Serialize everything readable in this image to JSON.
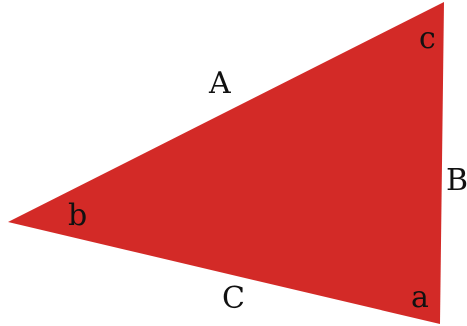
{
  "diagram": {
    "fill_color": "#d32a27",
    "label_color": "#111111",
    "sides": {
      "a_label": "A",
      "b_label": "B",
      "c_label": "C"
    },
    "angles": {
      "a_label": "a",
      "b_label": "b",
      "c_label": "c"
    }
  }
}
